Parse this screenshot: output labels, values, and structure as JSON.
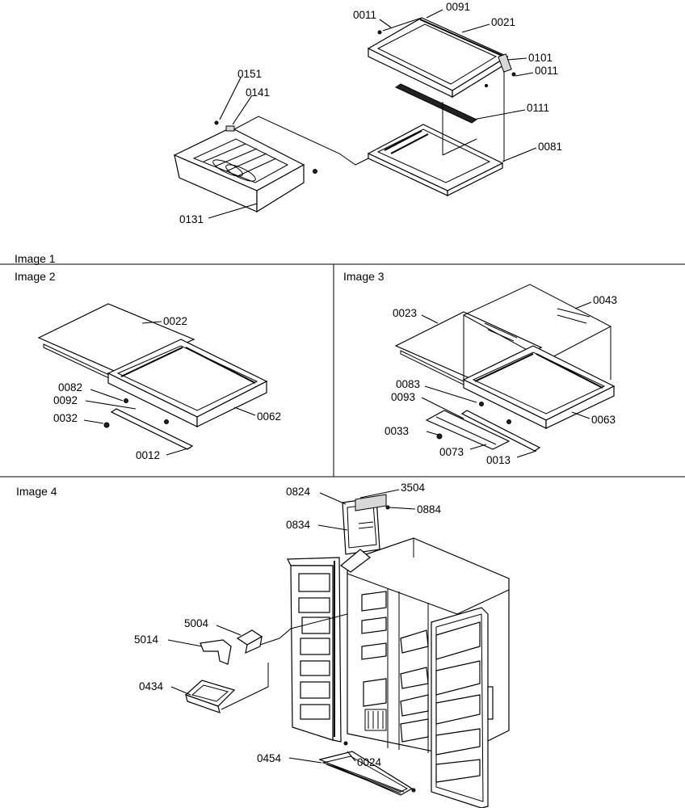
{
  "panels": {
    "image1": "Image 1",
    "image2": "Image 2",
    "image3": "Image 3",
    "image4": "Image 4"
  },
  "parts": {
    "p0011a": "0011",
    "p0091": "0091",
    "p0021": "0021",
    "p0101": "0101",
    "p0011b": "0011",
    "p0111": "0111",
    "p0081": "0081",
    "p0151": "0151",
    "p0141": "0141",
    "p0131": "0131",
    "p0022": "0022",
    "p0082": "0082",
    "p0092": "0092",
    "p0032": "0032",
    "p0062": "0062",
    "p0012": "0012",
    "p0023": "0023",
    "p0043": "0043",
    "p0083": "0083",
    "p0093": "0093",
    "p0033": "0033",
    "p0073": "0073",
    "p0013": "0013",
    "p0063": "0063",
    "p0824": "0824",
    "p3504": "3504",
    "p0884": "0884",
    "p0834": "0834",
    "p5004": "5004",
    "p5014": "5014",
    "p0434": "0434",
    "p0454": "0454",
    "p0024": "0024"
  }
}
